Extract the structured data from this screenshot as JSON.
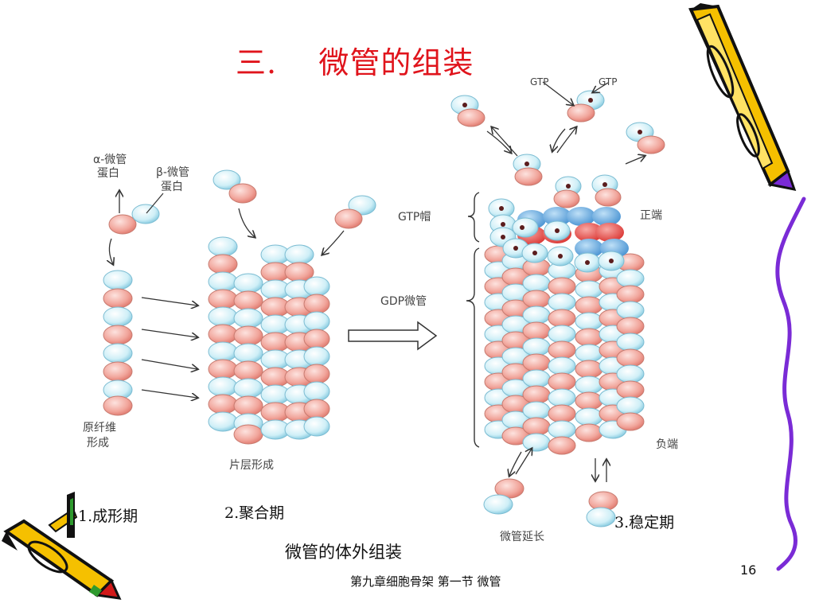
{
  "slide": {
    "title": "三.    微管的组装",
    "page_number": "16",
    "footer": "第九章细胞骨架 第一节 微管",
    "caption": "微管的体外组装"
  },
  "figure": {
    "alpha_label_1": "α-微管",
    "alpha_label_2": "蛋白",
    "beta_label_1": "β-微管",
    "beta_label_2": "蛋白",
    "protofilament_label_1": "原纤维",
    "protofilament_label_2": "形成",
    "sheet_label": "片层形成",
    "gtp_left": "GTP",
    "gtp_right": "GTP",
    "gtp_cap": "GTP帽",
    "gdp_tubule": "GDP微管",
    "plus_end": "正端",
    "minus_end": "负端",
    "elongation": "微管延长"
  },
  "stages": {
    "stage1": "1.成形期",
    "stage2": "2.聚合期",
    "stage3": "3.稳定期"
  },
  "colors": {
    "title": "#e0141c",
    "alpha_tubulin": "#f1a59b",
    "beta_tubulin": "#cfeff7",
    "gtp_cap_blue": "#6aaee0",
    "gtp_cap_red": "#e8534f",
    "purple_line": "#7a2bd6",
    "pencil_yellow": "#f5c000"
  }
}
